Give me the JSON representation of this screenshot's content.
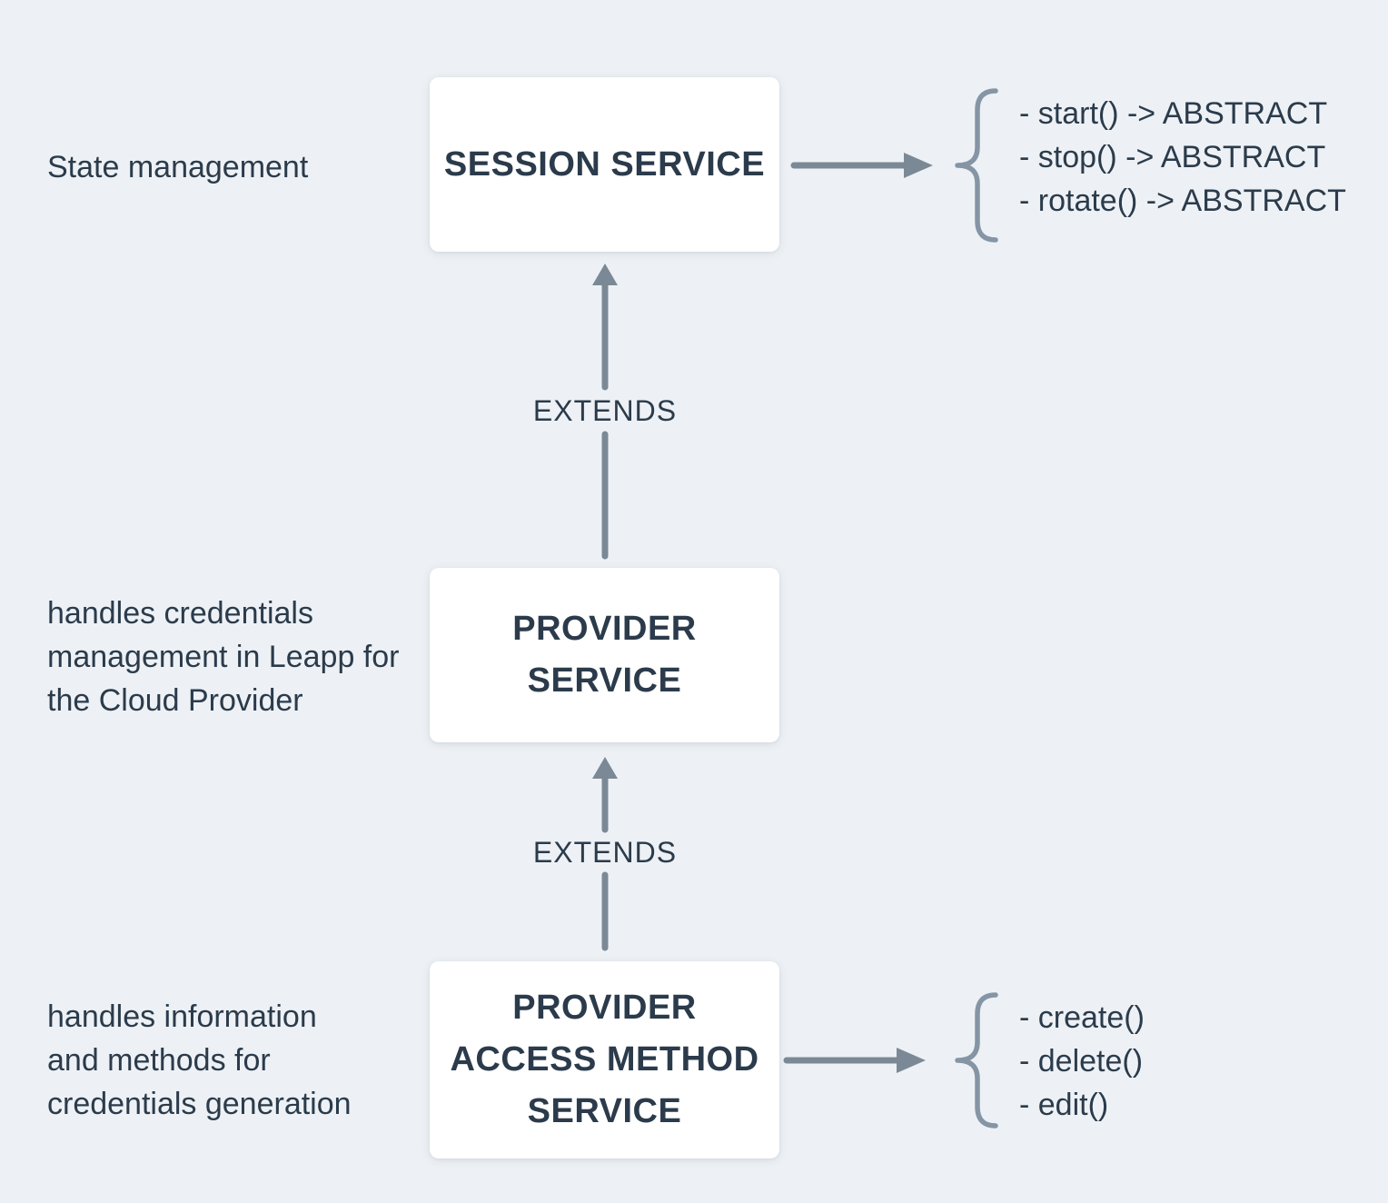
{
  "diagram": {
    "colors": {
      "background": "#edf1f5",
      "card": "#ffffff",
      "text_dark": "#2b3b4b",
      "connector": "#7b8996",
      "brace": "#8595a5"
    },
    "session": {
      "title_lines": [
        "SESSION SERVICE"
      ],
      "note_lines": [
        "State management"
      ],
      "methods": [
        "- start() -> ABSTRACT",
        "- stop() -> ABSTRACT",
        "- rotate() -> ABSTRACT"
      ]
    },
    "provider": {
      "title_lines": [
        "PROVIDER",
        "SERVICE"
      ],
      "note_lines": [
        "handles credentials",
        "management in Leapp for",
        "the Cloud Provider"
      ]
    },
    "access_method": {
      "title_lines": [
        "PROVIDER",
        "ACCESS METHOD",
        "SERVICE"
      ],
      "note_lines": [
        "handles information",
        "and methods for",
        "credentials generation"
      ],
      "methods": [
        "- create()",
        "- delete()",
        "- edit()"
      ]
    },
    "edges": {
      "extends_top": "EXTENDS",
      "extends_bottom": "EXTENDS"
    }
  }
}
